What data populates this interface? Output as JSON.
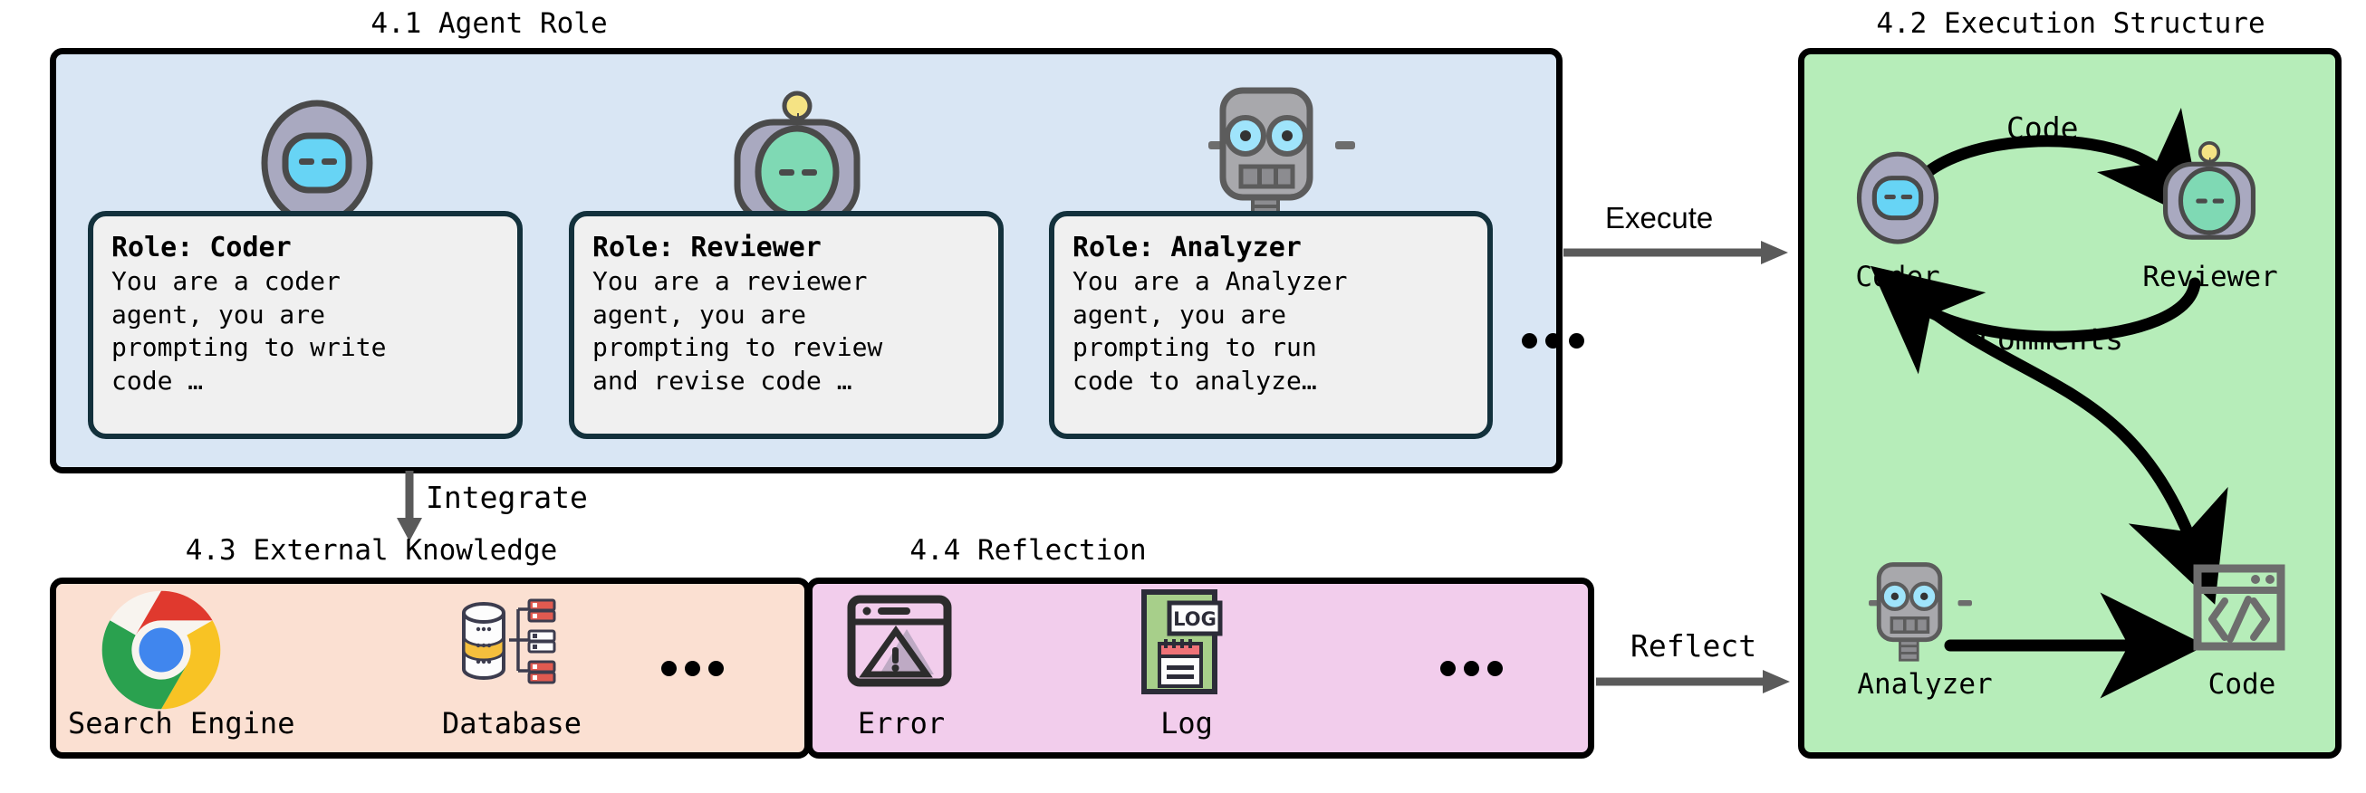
{
  "sections": {
    "agent_role": {
      "title": "4.1 Agent Role"
    },
    "execution": {
      "title": "4.2 Execution Structure"
    },
    "external_knowledge": {
      "title": "4.3 External Knowledge"
    },
    "reflection": {
      "title": "4.4 Reflection"
    }
  },
  "agent_role": {
    "cards": [
      {
        "title": "Role: Coder",
        "body": "You are a coder\nagent, you are\nprompting to write\ncode …",
        "avatar": "robot-coder-icon"
      },
      {
        "title": "Role: Reviewer",
        "body": "You are a reviewer\nagent, you are\nprompting to review\nand revise code …",
        "avatar": "robot-reviewer-icon"
      },
      {
        "title": "Role: Analyzer",
        "body": "You are a Analyzer\nagent, you are\nprompting to run\ncode to analyze…",
        "avatar": "robot-analyzer-icon"
      }
    ],
    "more": "•••"
  },
  "external_knowledge": {
    "items": [
      {
        "label": "Search Engine",
        "icon": "chrome-logo-icon"
      },
      {
        "label": "Database",
        "icon": "database-icon"
      }
    ],
    "more": "•••"
  },
  "reflection": {
    "items": [
      {
        "label": "Error",
        "icon": "error-window-icon"
      },
      {
        "label": "Log",
        "icon": "log-file-icon"
      }
    ],
    "more": "•••"
  },
  "execution": {
    "nodes": [
      {
        "label": "Coder",
        "icon": "robot-coder-icon"
      },
      {
        "label": "Reviewer",
        "icon": "robot-reviewer-icon"
      },
      {
        "label": "Analyzer",
        "icon": "robot-analyzer-icon"
      },
      {
        "label": "Code",
        "icon": "code-window-icon"
      }
    ],
    "edges": [
      {
        "label": "Code"
      },
      {
        "label": "Comments"
      }
    ]
  },
  "connectors": [
    {
      "label": "Execute",
      "from": "agent_role",
      "to": "execution"
    },
    {
      "label": "Integrate",
      "from": "agent_role",
      "to": "external_knowledge"
    },
    {
      "label": "Reflect",
      "from": "reflection",
      "to": "execution"
    }
  ],
  "colors": {
    "panel_agent_bg": "#d9e6f4",
    "panel_exec_bg": "#b6edb9",
    "panel_knowledge_bg": "#fbe0d2",
    "panel_reflection_bg": "#f2cdec",
    "panel_border": "#000000",
    "card_bg": "#f0f0f0",
    "card_border": "#13313c",
    "robot_body": "#a9a9c0",
    "coder_face": "#67d4f5",
    "reviewer_face": "#7fd9b4",
    "analyzer_body": "#a8a8ac",
    "analyzer_eye": "#9fe4fb",
    "antenna": "#f5e384",
    "icon_gray": "#6d6d6d",
    "arrow_gray": "#5a5a5a",
    "arrow_black": "#000000"
  }
}
